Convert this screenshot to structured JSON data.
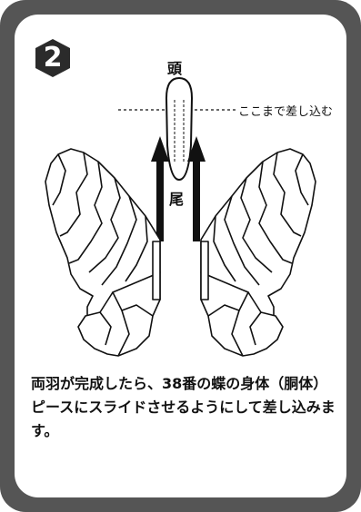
{
  "step": {
    "number": "2"
  },
  "labels": {
    "head": "頭",
    "tail": "尾",
    "insert_line": "ここまで差し込む"
  },
  "instruction": "両羽が完成したら、38番の蝶の身体（胴体）ピースにスライドさせるようにして差し込みます。",
  "colors": {
    "frame": "#555555",
    "badge": "#2b2b2b",
    "ink": "#111111"
  }
}
